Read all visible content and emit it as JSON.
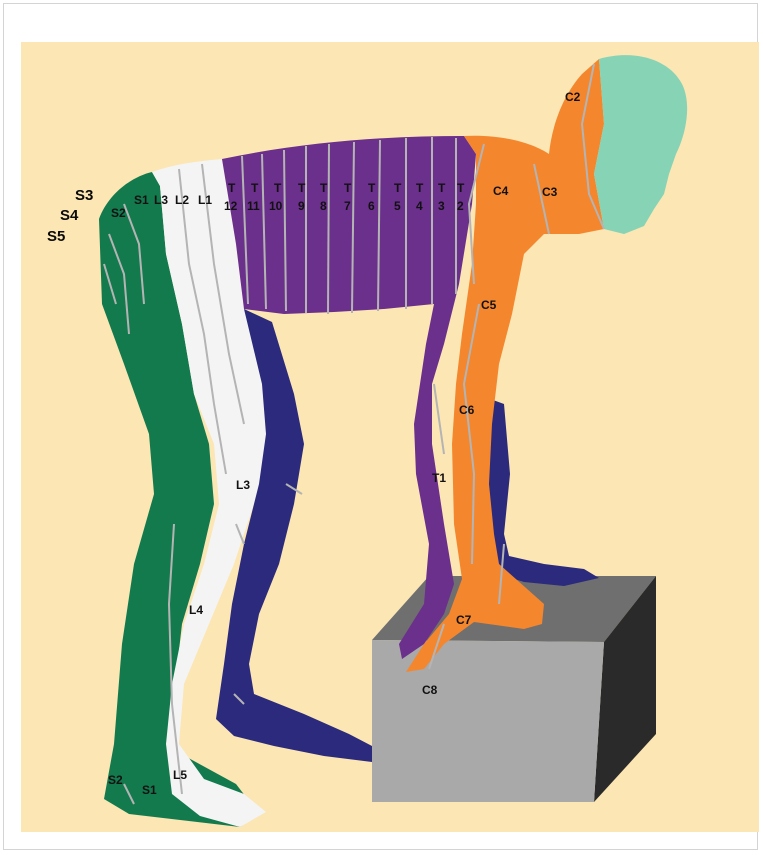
{
  "colors": {
    "background": "#fbe6b4",
    "cervical_high": "#86d3b6",
    "cervical": "#f4862e",
    "thoracic": "#6b2f8c",
    "lumbar_front": "#2b2a7c",
    "lumbar_back": "#f4f4f4",
    "sacral": "#137a4e",
    "box_front": "#a9a9a9",
    "box_top": "#6f6f6f",
    "box_side": "#2a2a2a",
    "dermatome_line": "#b4b4b4"
  },
  "labels": {
    "c2": "C2",
    "c3": "C3",
    "c4": "C4",
    "c5": "C5",
    "c6": "C6",
    "c7": "C7",
    "c8": "C8",
    "t1": "T1",
    "t2": "2",
    "t3": "3",
    "t4": "4",
    "t5": "5",
    "t6": "6",
    "t7": "7",
    "t8": "8",
    "t9": "9",
    "t10": "10",
    "t11": "11",
    "t12": "12",
    "t_letter": "T",
    "l1": "L1",
    "l2": "L2",
    "l3": "L3",
    "l3_leg": "L3",
    "l4": "L4",
    "l5": "L5",
    "s1": "S1",
    "s1_foot": "S1",
    "s2": "S2",
    "s2_foot": "S2",
    "s3": "S3",
    "s4": "S4",
    "s5": "S5"
  }
}
